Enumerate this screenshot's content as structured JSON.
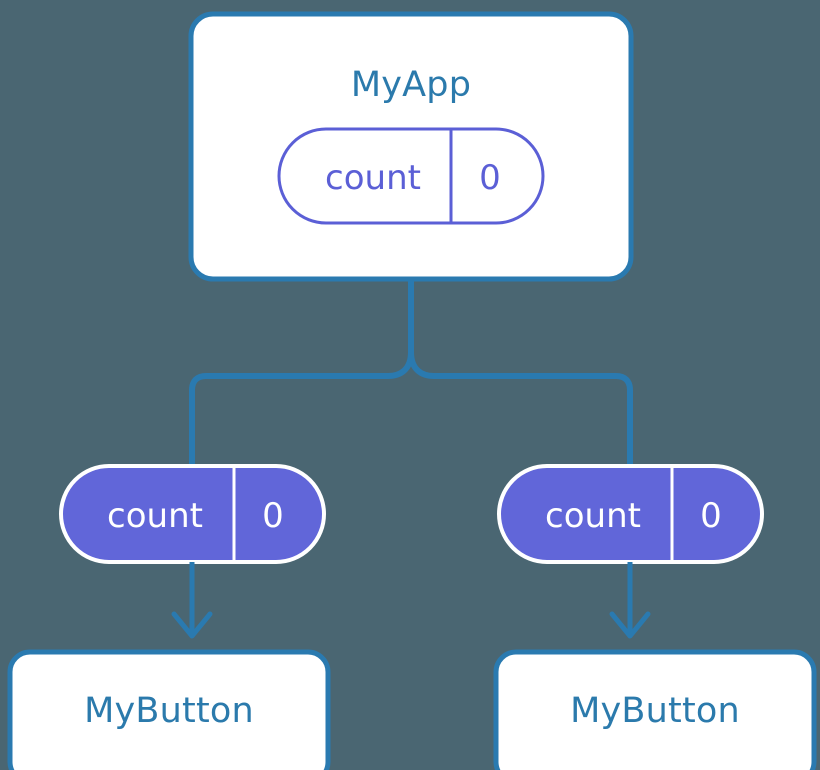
{
  "diagram": {
    "type": "component-state-tree",
    "background_color": "#4a6672",
    "colors": {
      "box_stroke": "#2a7ab0",
      "box_fill": "#ffffff",
      "box_label_text": "#2b7aac",
      "pill_outline_stroke": "#5b5fd6",
      "pill_outline_text": "#5b5fd6",
      "pill_filled_fill": "#6166d9",
      "pill_filled_stroke": "#ffffff",
      "pill_filled_text": "#ffffff",
      "connector_stroke": "#2a7ab0",
      "arrow_stroke": "#2a7ab0"
    },
    "root": {
      "id": "myapp",
      "label": "MyApp",
      "state": {
        "name": "count",
        "value": "0"
      }
    },
    "branches": [
      {
        "id": "left-branch",
        "prop": {
          "name": "count",
          "value": "0"
        },
        "child": {
          "id": "left-mybutton",
          "label": "MyButton"
        }
      },
      {
        "id": "right-branch",
        "prop": {
          "name": "count",
          "value": "0"
        },
        "child": {
          "id": "right-mybutton",
          "label": "MyButton"
        }
      }
    ]
  }
}
